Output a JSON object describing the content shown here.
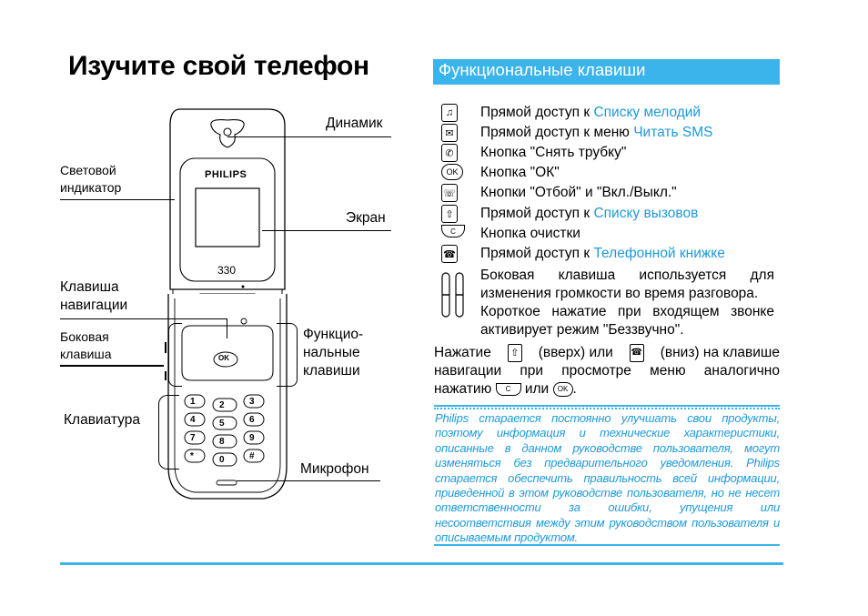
{
  "page": {
    "title": "Изучите свой телефон"
  },
  "diagram": {
    "brand": "PHILIPS",
    "model": "330",
    "labels": {
      "speaker": "Динамик",
      "light_indicator_1": "Световой",
      "light_indicator_2": "индикатор",
      "screen": "Экран",
      "nav_key_1": "Клавиша",
      "nav_key_2": "навигации",
      "side_key_1": "Боковая",
      "side_key_2": "клавиша",
      "function_keys_1": "Функцио-",
      "function_keys_2": "нальные",
      "function_keys_3": "клавиши",
      "keypad": "Клавиатура",
      "microphone": "Микрофон"
    },
    "keypad_keys": [
      "1",
      "2",
      "3",
      "4",
      "5",
      "6",
      "7",
      "8",
      "9",
      "*",
      "0",
      "#"
    ],
    "ok_label": "OK"
  },
  "section": {
    "title": "Функциональные клавиши",
    "items": [
      {
        "icon": "melody-key-icon",
        "text": "Прямой доступ к ",
        "link": "Списку мелодий"
      },
      {
        "icon": "sms-key-icon",
        "text": "Прямой доступ к меню ",
        "link": "Читать SMS"
      },
      {
        "icon": "call-key-icon",
        "text": "Кнопка \"Снять трубку\"",
        "link": ""
      },
      {
        "icon": "ok-key-icon",
        "text": "Кнопка \"ОК\"",
        "link": ""
      },
      {
        "icon": "end-power-key-icon",
        "text": "Кнопки \"Отбой\" и \"Вкл./Выкл.\"",
        "link": ""
      },
      {
        "icon": "calls-list-key-icon",
        "text": "Прямой доступ к ",
        "link": "Списку вызовов"
      },
      {
        "icon": "clear-key-icon",
        "text": "Кнопка очистки",
        "link": ""
      },
      {
        "icon": "phonebook-key-icon",
        "text": "Прямой доступ к ",
        "link": "Телефонной книжке"
      }
    ],
    "side_key_text_1": "Боковая клавиша используется для",
    "side_key_text_2": "изменения громкости во время разговора.",
    "side_key_text_3": "Короткое нажатие при входящем звонке",
    "side_key_text_4": "активирует режим \"Беззвучно\".",
    "nav_text": {
      "p1": "Нажатие",
      "p2": "(вверх) или",
      "p3": "(вниз) на клавише",
      "line2": "навигации при просмотре меню аналогично",
      "p4": "нажатию",
      "p5": "или",
      "p6": "."
    },
    "ok_icon_label": "OK",
    "c_icon_label": "C"
  },
  "disclaimer": "Philips старается постоянно улучшать свои продукты, поэтому информация и технические характеристики, описанные в данном руководстве пользователя, могут изменяться без предварительного уведомления. Philips старается обеспечить правильность всей информации, приведенной в этом руководстве пользователя, но не несет ответственности за ошибки, упущения или несоответствия между этим руководством пользователя и описываемым продуктом.",
  "colors": {
    "accent": "#3ab4ea",
    "link": "#1d9ad9",
    "text": "#000000"
  }
}
